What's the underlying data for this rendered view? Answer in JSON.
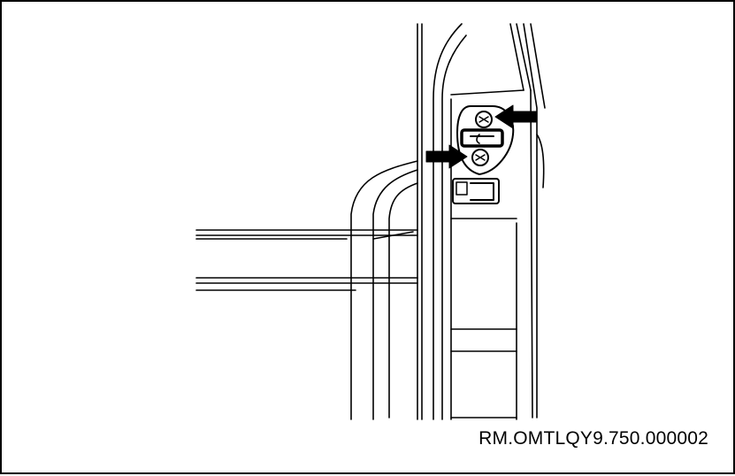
{
  "figure": {
    "reference_code": "RM.OMTLQY9.750.000002",
    "line_color": "#000000",
    "background_color": "#ffffff",
    "callout_arrows": [
      "arrow-pointing-left",
      "arrow-pointing-right"
    ]
  }
}
